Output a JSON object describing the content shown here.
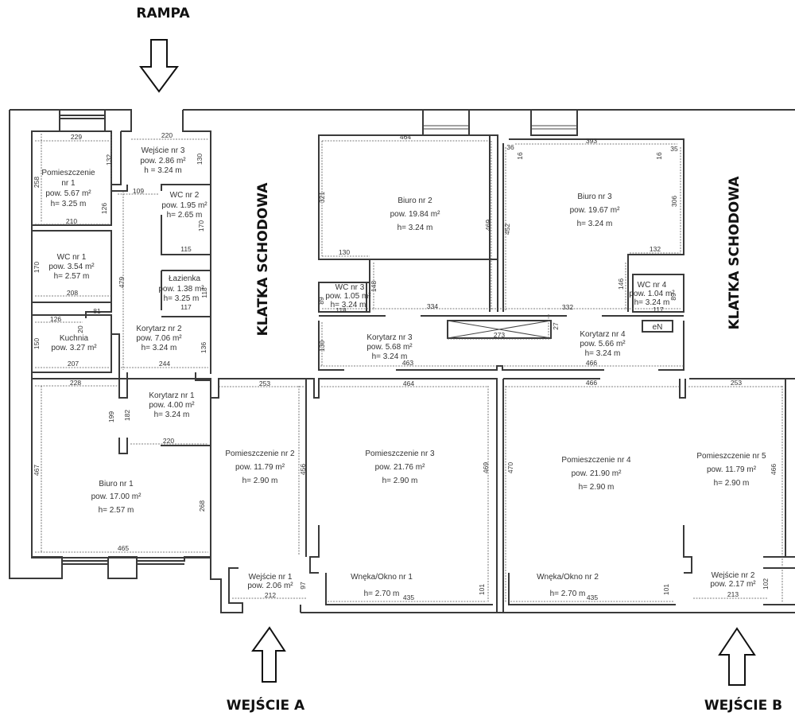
{
  "labels": {
    "rampa": "RAMPA",
    "stairs_left": "KLATKA SCHODOWA",
    "stairs_right": "KLATKA SCHODOWA",
    "entrance_a": "WEJŚCIE A",
    "entrance_b": "WEJŚCIE B"
  },
  "rooms": {
    "pom1": {
      "name": "Pomieszczenie",
      "name2": "nr 1",
      "area": "pow. 5.67 m²",
      "height": "h= 3.25 m"
    },
    "wej3": {
      "name": "Wejście nr 3",
      "area": "pow. 2.86 m²",
      "height": "h = 3.24 m"
    },
    "wc2": {
      "name": "WC nr 2",
      "area": "pow. 1.95 m²",
      "height": "h= 2.65 m"
    },
    "wc1": {
      "name": "WC nr 1",
      "area": "pow. 3.54 m²",
      "height": "h= 2.57 m"
    },
    "lazienka": {
      "name": "Łazienka",
      "area": "pow. 1.38 m²",
      "height": "h= 3.25 m"
    },
    "kuchnia": {
      "name": "Kuchnia",
      "area": "pow. 3.27 m²"
    },
    "kor2": {
      "name": "Korytarz nr 2",
      "area": "pow. 7.06 m²",
      "height": "h= 3.24 m"
    },
    "kor1": {
      "name": "Korytarz nr 1",
      "area": "pow. 4.00 m²",
      "height": "h= 3.24 m"
    },
    "biuro1": {
      "name": "Biuro nr 1",
      "area": "pow. 17.00 m²",
      "height": "h= 2.57 m"
    },
    "biuro2": {
      "name": "Biuro nr 2",
      "area": "pow. 19.84 m²",
      "height": "h= 3.24 m"
    },
    "biuro3": {
      "name": "Biuro nr 3",
      "area": "pow. 19.67 m²",
      "height": "h= 3.24 m"
    },
    "wc3": {
      "name": "WC nr 3",
      "area": "pow. 1.05 m²",
      "height": "h= 3.24 m"
    },
    "wc4": {
      "name": "WC nr 4",
      "area": "pow. 1.04 m²",
      "height": "h= 3.24 m"
    },
    "kor3": {
      "name": "Korytarz nr 3",
      "area": "pow. 5.68 m²",
      "height": "h= 3.24 m"
    },
    "kor4": {
      "name": "Korytarz nr 4",
      "area": "pow. 5.66 m²",
      "height": "h= 3.24 m"
    },
    "pom2": {
      "name": "Pomieszczenie nr 2",
      "area": "pow. 11.79 m²",
      "height": "h= 2.90 m"
    },
    "pom3": {
      "name": "Pomieszczenie nr 3",
      "area": "pow. 21.76 m²",
      "height": "h= 2.90 m"
    },
    "pom4": {
      "name": "Pomieszczenie nr 4",
      "area": "pow. 21.90 m²",
      "height": "h= 2.90 m"
    },
    "pom5": {
      "name": "Pomieszczenie nr 5",
      "area": "pow. 11.79 m²",
      "height": "h= 2.90 m"
    },
    "wej1": {
      "name": "Wejście nr 1",
      "area": "pow. 2.06 m²"
    },
    "wej2": {
      "name": "Wejście nr 2",
      "area": "pow. 2.17 m²"
    },
    "wneka1": {
      "name": "Wnęka/Okno nr 1",
      "height": "h= 2.70 m"
    },
    "wneka2": {
      "name": "Wnęka/Okno nr 2",
      "height": "h= 2.70 m"
    },
    "en": {
      "name": "eN"
    }
  },
  "dimensions": {
    "d229": "229",
    "d220a": "220",
    "d132a": "132",
    "d130a": "130",
    "d258": "258",
    "d109": "109",
    "d126a": "126",
    "d170a": "170",
    "d210": "210",
    "d115": "115",
    "d170b": "170",
    "d479": "479",
    "d118a": "118",
    "d208": "208",
    "d81": "81",
    "d117a": "117",
    "d126b": "126",
    "d20": "20",
    "d150": "150",
    "d136": "136",
    "d207": "207",
    "d244": "244",
    "d228": "228",
    "d199": "199",
    "d182": "182",
    "d220b": "220",
    "d467": "467",
    "d268": "268",
    "d465": "465",
    "d253a": "253",
    "d456": "456",
    "d464a": "464",
    "d469a": "469",
    "d212": "212",
    "d97": "97",
    "d435a": "435",
    "d101a": "101",
    "d464b": "464",
    "d321": "321",
    "d469b": "469",
    "d130b": "130",
    "d148": "148",
    "d89a": "89",
    "d118b": "118",
    "d334": "334",
    "d273": "273",
    "d27": "27",
    "d130c": "130",
    "d463": "463",
    "d393": "393",
    "d36": "36",
    "d16a": "16",
    "d16b": "16",
    "d35": "35",
    "d452": "452",
    "d306": "306",
    "d132b": "132",
    "d146": "146",
    "d89b": "89",
    "d117b": "117",
    "d332": "332",
    "d466a": "466",
    "d466b": "466",
    "d470": "470",
    "d253b": "253",
    "d466c": "466",
    "d435b": "435",
    "d101b": "101",
    "d213": "213",
    "d102": "102"
  }
}
